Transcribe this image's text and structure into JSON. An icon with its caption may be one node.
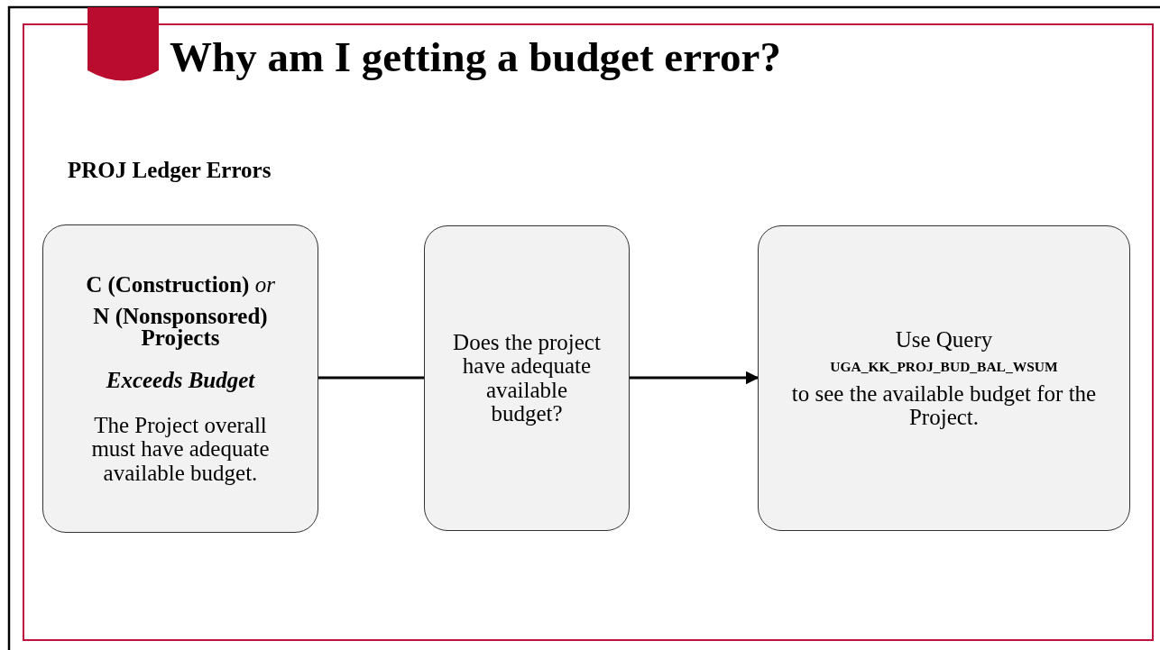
{
  "diagram": {
    "title": "Why am I getting a budget error?",
    "nodes": [
      {
        "text": [
          "**C (Construction)** *or*",
          "N (Nonsponsored) Projects",
          "Exceeds Budget",
          "The Project overall must have adequate available budget."
        ]
      },
      {
        "text": [
          "Does the project have adequate available budget?"
        ]
      },
      {
        "text": [
          "Use Query",
          "UGA_KK_PROJ_BUD_BAL_WSUM",
          "to see the available budget for the Project."
        ]
      }
    ],
    "edges": [
      {
        "from": 0,
        "to": 1,
        "arrow": "none"
      },
      {
        "from": 1,
        "to": 2,
        "arrow": "to"
      }
    ],
    "labels": [
      "PROJ Ledger Errors"
    ]
  }
}
